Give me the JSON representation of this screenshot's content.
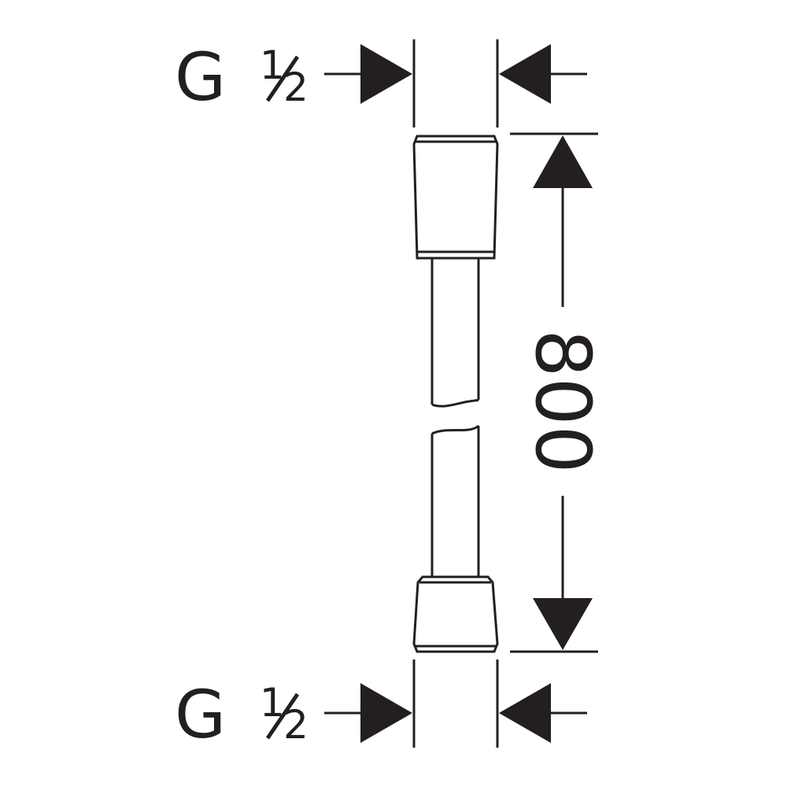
{
  "diagram": {
    "top_connection": {
      "thread": "G",
      "fraction_numerator": "1",
      "fraction_denominator": "2"
    },
    "bottom_connection": {
      "thread": "G",
      "fraction_numerator": "1",
      "fraction_denominator": "2"
    },
    "length_dimension": "800"
  },
  "colors": {
    "line": "#231f20",
    "background": "#ffffff"
  }
}
